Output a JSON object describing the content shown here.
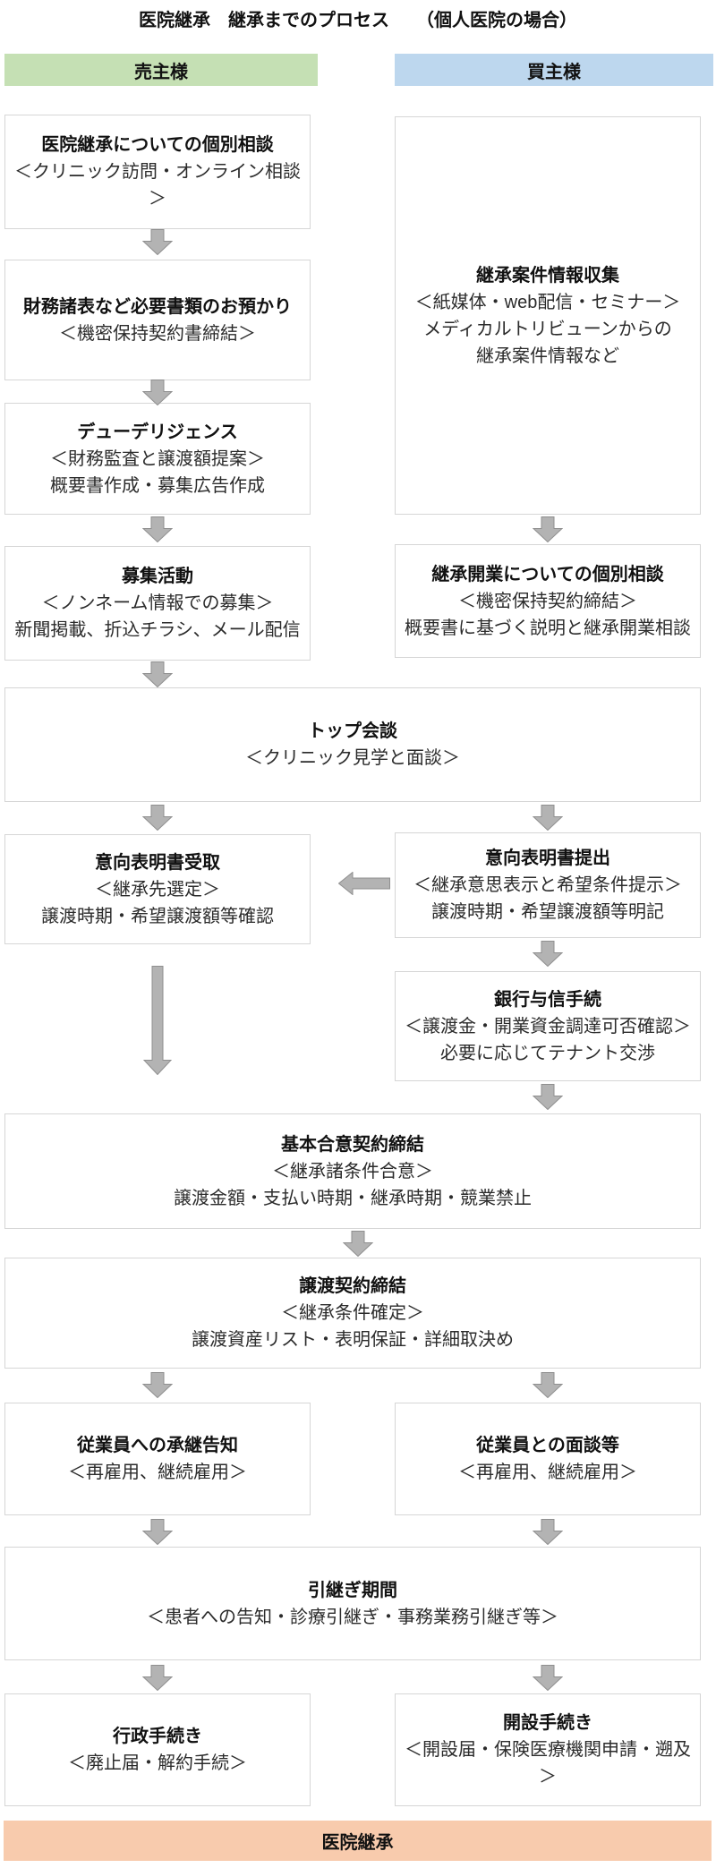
{
  "title": "医院継承　継承までのプロセス　　（個人医院の場合）",
  "columns": {
    "seller": {
      "label": "売主様"
    },
    "buyer": {
      "label": "買主様"
    }
  },
  "colors": {
    "seller_header": "#c5e0b4",
    "buyer_header": "#bdd7ee",
    "footer_bar": "#f8cbad",
    "arrow_fill": "#b3b3b3",
    "arrow_stroke": "#8f8f8f",
    "box_border": "#d6d6d6"
  },
  "boxes": {
    "l1": {
      "title": "医院継承についての個別相談",
      "body": [
        "＜クリニック訪問・オンライン相談",
        "＞"
      ]
    },
    "l2": {
      "title": "財務諸表など必要書類のお預かり",
      "body": [
        "＜機密保持契約書締結＞"
      ]
    },
    "l3": {
      "title": "デューデリジェンス",
      "body": [
        "＜財務監査と譲渡額提案＞",
        "概要書作成・募集広告作成"
      ]
    },
    "l4": {
      "title": "募集活動",
      "body": [
        "＜ノンネーム情報での募集＞",
        "新聞掲載、折込チラシ、メール配信"
      ]
    },
    "r1": {
      "title": "継承案件情報収集",
      "body": [
        "＜紙媒体・web配信・セミナー＞",
        "メディカルトリビューンからの",
        "継承案件情報など"
      ]
    },
    "r2": {
      "title": "継承開業についての個別相談",
      "body": [
        "＜機密保持契約締結＞",
        "概要書に基づく説明と継承開業相談"
      ]
    },
    "f1": {
      "title": "トップ会談",
      "body": [
        "＜クリニック見学と面談＞"
      ]
    },
    "l5": {
      "title": "意向表明書受取",
      "body": [
        "＜継承先選定＞",
        "譲渡時期・希望譲渡額等確認"
      ]
    },
    "r3": {
      "title": "意向表明書提出",
      "body": [
        "＜継承意思表示と希望条件提示＞",
        "譲渡時期・希望譲渡額等明記"
      ]
    },
    "r4": {
      "title": "銀行与信手続",
      "body": [
        "＜譲渡金・開業資金調達可否確認＞",
        "必要に応じてテナント交渉"
      ]
    },
    "f2": {
      "title": "基本合意契約締結",
      "body": [
        "＜継承諸条件合意＞",
        "譲渡金額・支払い時期・継承時期・競業禁止"
      ]
    },
    "f3": {
      "title": "譲渡契約締結",
      "body": [
        "＜継承条件確定＞",
        "譲渡資産リスト・表明保証・詳細取決め"
      ]
    },
    "l6": {
      "title": "従業員への承継告知",
      "body": [
        "＜再雇用、継続雇用＞"
      ]
    },
    "r5": {
      "title": "従業員との面談等",
      "body": [
        "＜再雇用、継続雇用＞"
      ]
    },
    "f4": {
      "title": "引継ぎ期間",
      "body": [
        "＜患者への告知・診療引継ぎ・事務業務引継ぎ等＞"
      ]
    },
    "l7": {
      "title": "行政手続き",
      "body": [
        "＜廃止届・解約手続＞"
      ]
    },
    "r6": {
      "title": "開設手続き",
      "body": [
        "＜開設届・保険医療機関申請・遡及",
        "＞"
      ]
    }
  },
  "footer": {
    "label": "医院継承"
  }
}
